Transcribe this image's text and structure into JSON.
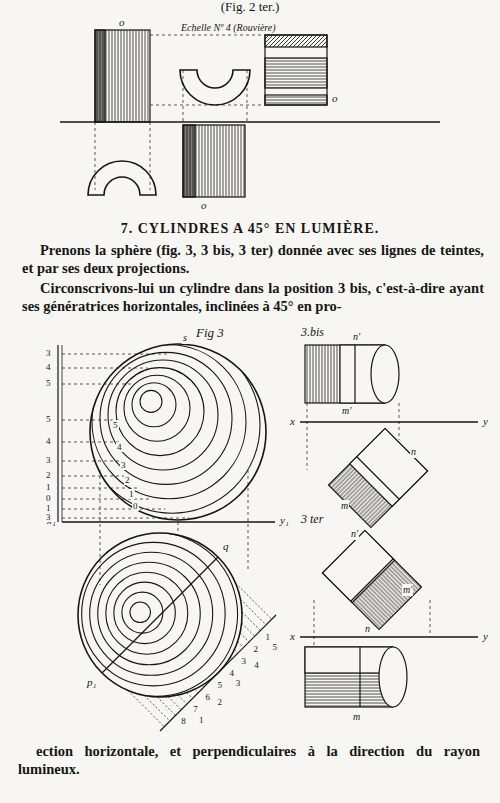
{
  "diagram": {
    "title": "7. CYLINDRES A 45° EN LUMIÈRE.",
    "labels": [
      "(Fig. 2 ter.)",
      "Echelle Nº 4 (Rouvière)",
      "o",
      "o",
      "o",
      "Prenons la sphère (fig. 3, 3 bis, 3 ter) donnée avec ses lignes de teintes, et par ses deux projections.",
      "Circonscrivons-lui un cylindre dans la position 3 bis, c'est-à-dire ayant ses génératrices horizontales, inclinées à 45° en pro-",
      "Fig 3",
      "3.bis",
      "n'",
      "m'",
      "x",
      "y",
      "n",
      "m",
      "3 ter",
      "n'",
      "m'",
      "x",
      "n",
      "y",
      "m",
      "x₁",
      "y₁",
      "q",
      "p₁",
      "s",
      "3",
      "4",
      "5",
      "5",
      "4",
      "3",
      "2",
      "1",
      "0",
      "1",
      "3",
      "5",
      "4",
      "3",
      "2",
      "1",
      "0",
      "1",
      "2",
      "3",
      "4",
      "5",
      "6",
      "7",
      "8",
      "5",
      "4",
      "3",
      "2",
      "1",
      "ection horizontale, et perpendiculaires à la direction du rayon lumineux."
    ]
  }
}
